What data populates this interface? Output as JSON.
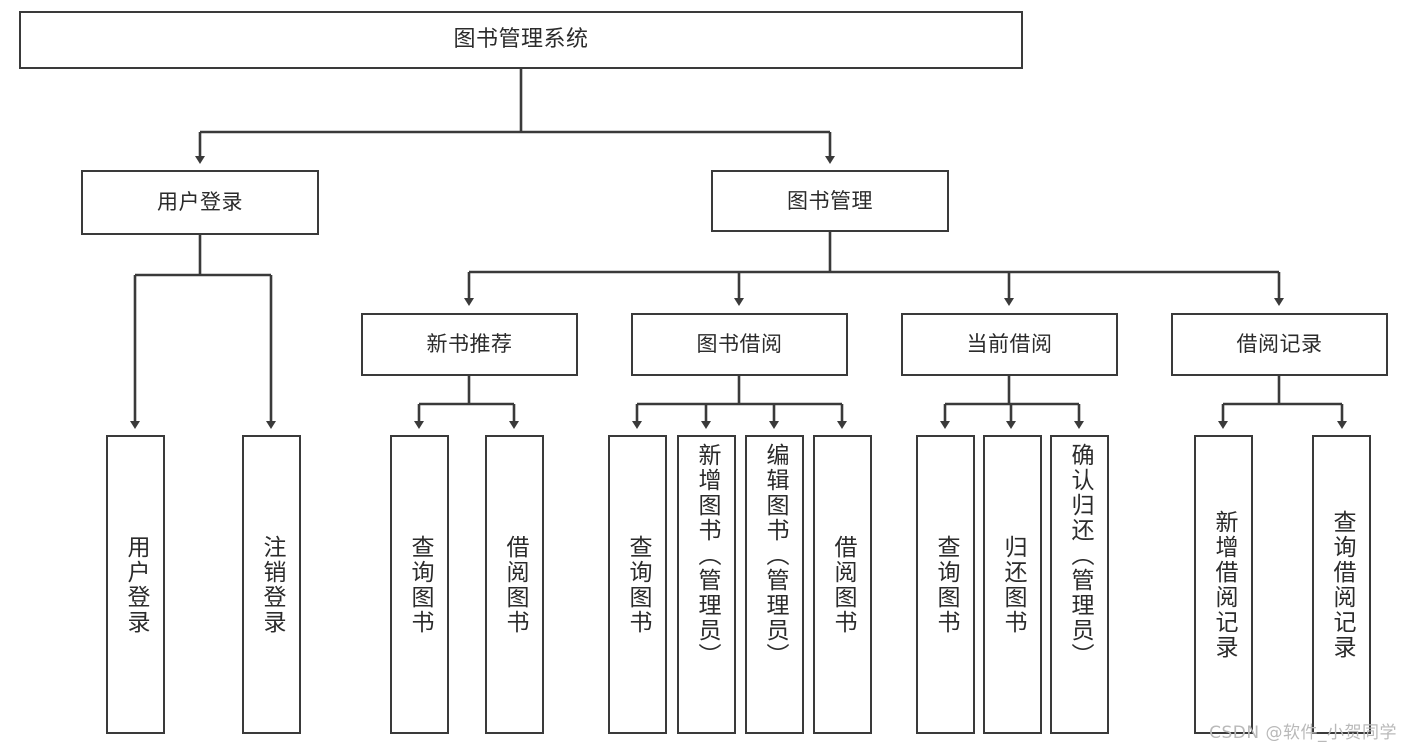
{
  "diagram": {
    "title": "图书管理系统",
    "watermark": "CSDN @软件_小贺同学",
    "colors": {
      "box_border": "#3a3a3a",
      "box_fill": "#ffffff",
      "text": "#2b2b2b",
      "connector": "#3a3a3a",
      "background": "#ffffff",
      "watermark": "#b9b9b9"
    },
    "root": {
      "label": "图书管理系统"
    },
    "level2": [
      {
        "label": "用户登录"
      },
      {
        "label": "图书管理"
      }
    ],
    "level3": [
      {
        "label": "新书推荐"
      },
      {
        "label": "图书借阅"
      },
      {
        "label": "当前借阅"
      },
      {
        "label": "借阅记录"
      }
    ],
    "leaves": {
      "user_login": [
        {
          "label": "用户登录"
        },
        {
          "label": "注销登录"
        }
      ],
      "new_book_recommend": [
        {
          "label": "查询图书"
        },
        {
          "label": "借阅图书"
        }
      ],
      "book_borrow": [
        {
          "label": "查询图书"
        },
        {
          "label": "新增图书（管理员）"
        },
        {
          "label": "编辑图书（管理员）"
        },
        {
          "label": "借阅图书"
        }
      ],
      "current_borrow": [
        {
          "label": "查询图书"
        },
        {
          "label": "归还图书"
        },
        {
          "label": "确认归还（管理员）"
        }
      ],
      "borrow_record": [
        {
          "label": "新增借阅记录"
        },
        {
          "label": "查询借阅记录"
        }
      ]
    }
  }
}
